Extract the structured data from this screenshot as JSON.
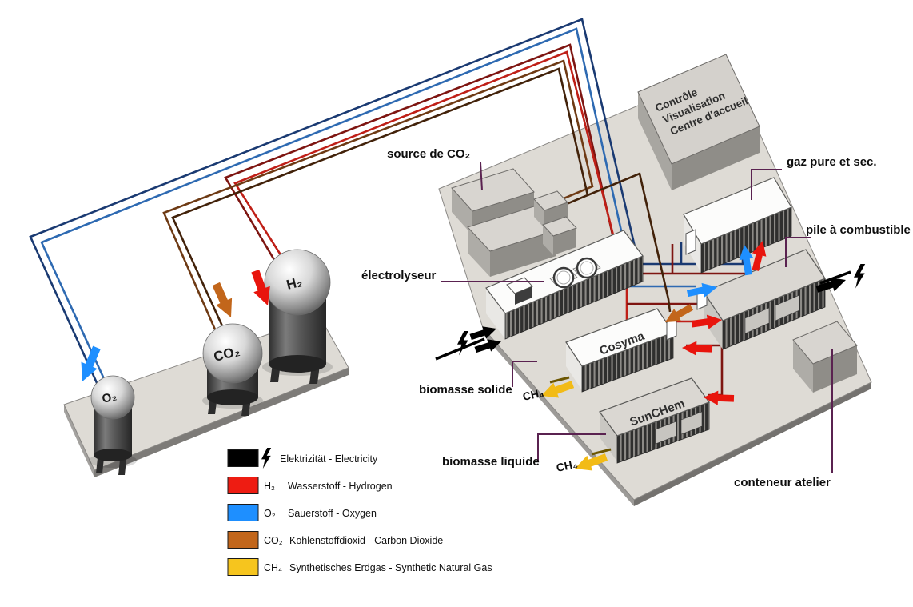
{
  "diagram": {
    "labels": {
      "source_co2": "source de CO₂",
      "electrolyseur": "électrolyseur",
      "gaz_pure": "gaz pure et sec.",
      "pile": "pile à combustible",
      "biomasse_solide": "biomasse solide",
      "biomasse_liquide": "biomasse liquide",
      "conteneur": "conteneur atelier",
      "ch4_out_1": "CH₄",
      "ch4_out_2": "CH₄"
    },
    "buildings": {
      "controle": {
        "lines": [
          "Contrôle",
          "Visualisation",
          "Centre d'accueil"
        ]
      },
      "cosyma": "Cosyma",
      "sunchem": "SunCHem"
    },
    "tanks": [
      {
        "label": "O₂"
      },
      {
        "label": "CO₂"
      },
      {
        "label": "H₂"
      }
    ],
    "legend": {
      "items": [
        {
          "formula": "",
          "symbol": "lightning-bolt",
          "label": "Elektrizität - Electricity",
          "color": "#000000"
        },
        {
          "formula": "H₂",
          "symbol": "swatch",
          "label": "Wasserstoff - Hydrogen",
          "color": "#ee1c12"
        },
        {
          "formula": "O₂",
          "symbol": "swatch",
          "label": "Sauerstoff - Oxygen",
          "color": "#1e8fff"
        },
        {
          "formula": "CO₂",
          "symbol": "swatch",
          "label": "Kohlenstoffdioxid - Carbon Dioxide",
          "color": "#c2661b"
        },
        {
          "formula": "CH₄",
          "symbol": "swatch",
          "label": "Synthetisches Erdgas - Synthetic Natural Gas",
          "color": "#f6c51e"
        }
      ]
    },
    "colors": {
      "o2_outer": "#1a3a72",
      "o2_inner": "#2e6ab2",
      "h2_outer": "#7e1511",
      "h2_inner": "#bf1f17",
      "co2_outer": "#6e3a14",
      "co2_inner": "#42220a",
      "arrow_blue": "#1e8fff",
      "arrow_red": "#e8150d",
      "arrow_brown": "#c2661b",
      "arrow_yellow": "#f2bb16",
      "electricity": "#000000",
      "label_line": "#5a2250"
    }
  }
}
